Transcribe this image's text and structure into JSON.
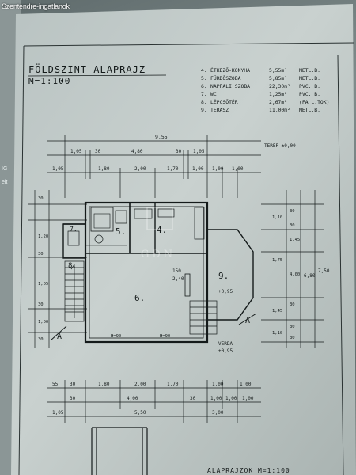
{
  "watermark": "Szentendre-ingatlanok",
  "sheet": {
    "title": "FÖLDSZINT ALAPRAJZ",
    "scale": "M=1:100",
    "bottom_title": "ALAPRAJZOK  M=1:100",
    "side_labels": [
      "IG",
      "elt"
    ],
    "logo_text": "GDN"
  },
  "legend": [
    {
      "no": "4.",
      "name": "ÉTKEZŐ-KONYHA",
      "area": "5,55m²",
      "floor": "METL.B."
    },
    {
      "no": "5.",
      "name": "FÜRDŐSZOBA",
      "area": "5,85m²",
      "floor": "METL.B."
    },
    {
      "no": "6.",
      "name": "NAPPALI SZOBA",
      "area": "22,30m²",
      "floor": "PVC. B."
    },
    {
      "no": "7.",
      "name": "WC",
      "area": "1,25m²",
      "floor": "PVC. B."
    },
    {
      "no": "8.",
      "name": "LÉPCSŐTÉR",
      "area": "2,67m²",
      "floor": "(FA L.TOK)"
    },
    {
      "no": "9.",
      "name": "TERASZ",
      "area": "11,00m²",
      "floor": "METL.B."
    }
  ],
  "room_numbers": [
    "4.",
    "5.",
    "6.",
    "7.",
    "8.",
    "9."
  ],
  "top_dims": {
    "overall": "9,55",
    "row1": [
      "1,05",
      "30",
      "4,80",
      "30",
      "1,05"
    ],
    "row2": [
      "1,05",
      "1,80",
      "2,00",
      "1,70",
      "1,00",
      "1,00",
      "1,00"
    ]
  },
  "terrain": "TEREP ±0,00",
  "terrace_level": "+0,95",
  "veranda": {
    "label": "VERDA",
    "level": "+0,95"
  },
  "stair_marks": [
    "150",
    "2,40"
  ],
  "opening_marks": [
    "H=90",
    "H=90"
  ],
  "section_marks": [
    "A",
    "A"
  ],
  "left_dims": [
    "30",
    "1,20",
    "30",
    "1,05",
    "30",
    "1,00",
    "30"
  ],
  "right_dims": {
    "inner": [
      "1,10",
      "1,45",
      "1,75",
      "4,00",
      "1,45",
      "1,10"
    ],
    "middle": [
      "30",
      "30",
      "30",
      "30",
      "30"
    ],
    "outer_a": "6,80",
    "outer_b": "7,50"
  },
  "bottom_dims": {
    "row1": [
      "55",
      "30",
      "1,80",
      "2,00",
      "1,70",
      "1,00",
      "1,00"
    ],
    "row2": [
      "30",
      "4,00",
      "30",
      "1,00",
      "1,00",
      "1,00"
    ],
    "row3": [
      "1,05",
      "5,50",
      "3,00"
    ]
  }
}
